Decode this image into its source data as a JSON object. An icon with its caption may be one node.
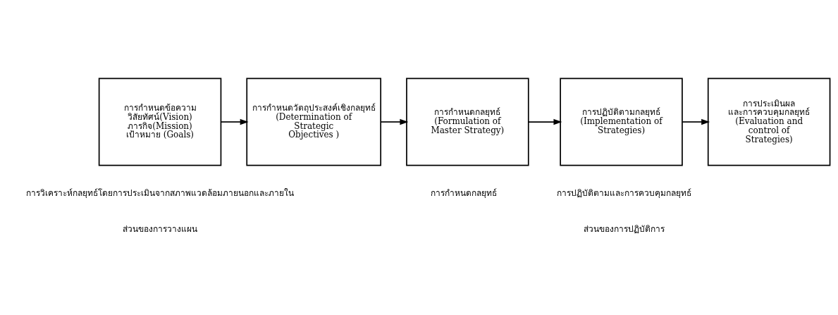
{
  "diagram": {
    "nodes": [
      {
        "text": [
          "การกำหนดข้อความ",
          "วิสัยทัศน์(Vision)",
          "ภารกิจ(Mission)",
          "เป้าหมาย (Goals)"
        ]
      },
      {
        "text": [
          "การกำหนดวัตถุประสงค์เชิงกลยุทธ์",
          "(Determination of Strategic Objectives )"
        ]
      },
      {
        "text": [
          "การกำหนดกลยุทธ์",
          "(Formulation of Master Strategy)"
        ]
      },
      {
        "text": [
          "การปฏิบัติตามกลยุทธ์",
          "(Implementation of Strategies)"
        ]
      },
      {
        "text": [
          "การประเมินผล และการควบคุมกลยุทธ์",
          "(Evaluation and control of Strategies)"
        ]
      }
    ],
    "edges": [
      {
        "from": 0,
        "to": 1,
        "arrow": "to"
      },
      {
        "from": 1,
        "to": 2,
        "arrow": "to"
      },
      {
        "from": 2,
        "to": 3,
        "arrow": "to"
      },
      {
        "from": 3,
        "to": 4,
        "arrow": "to"
      }
    ],
    "labels": [
      "การวิเคราะห์กลยุทธ์โดยการประเมินจากสภาพแวดล้อมภายนอกและภายใน",
      "การกำหนดกลยุทธ์",
      "การปฏิบัติตามและการควบคุมกลยุทธ์",
      "ส่วนของการวางแผน",
      "ส่วนของการปฏิบัติการ"
    ]
  }
}
